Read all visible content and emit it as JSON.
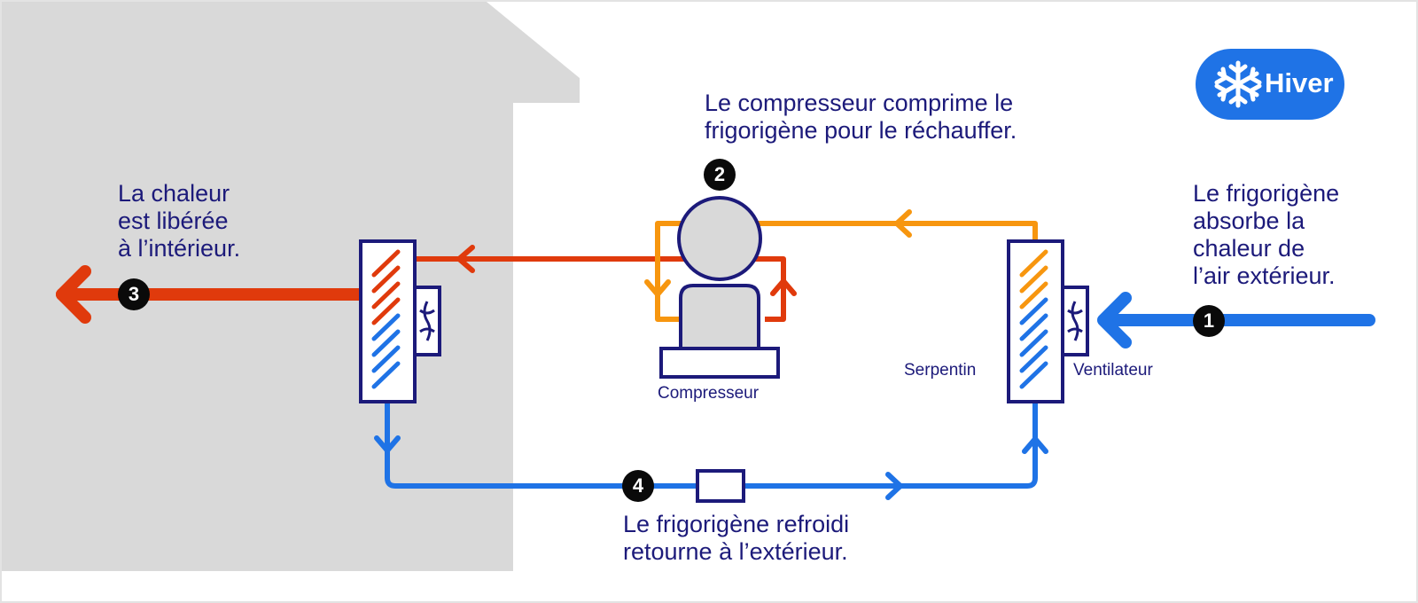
{
  "season_badge": {
    "label": "Hiver",
    "icon": "snowflake-icon",
    "color": "#1f73e6"
  },
  "steps": [
    {
      "number": "1",
      "text": "Le frigorigène\nabsorbe la\nchaleur de\nl’air extérieur."
    },
    {
      "number": "2",
      "text": "Le compresseur comprime le\nfrigorigène pour le réchauffer."
    },
    {
      "number": "3",
      "text": "La chaleur\nest libérée\nà l’intérieur."
    },
    {
      "number": "4",
      "text": "Le frigorigène refroidi\nretourne à l’extérieur."
    }
  ],
  "component_labels": {
    "compressor": "Compresseur",
    "coil": "Serpentin",
    "fan": "Ventilateur"
  },
  "colors": {
    "house": "#d9d9d9",
    "hot": "#e03a0c",
    "warm": "#f7960f",
    "cold": "#1f73e6",
    "outline": "#1c1a7a"
  }
}
